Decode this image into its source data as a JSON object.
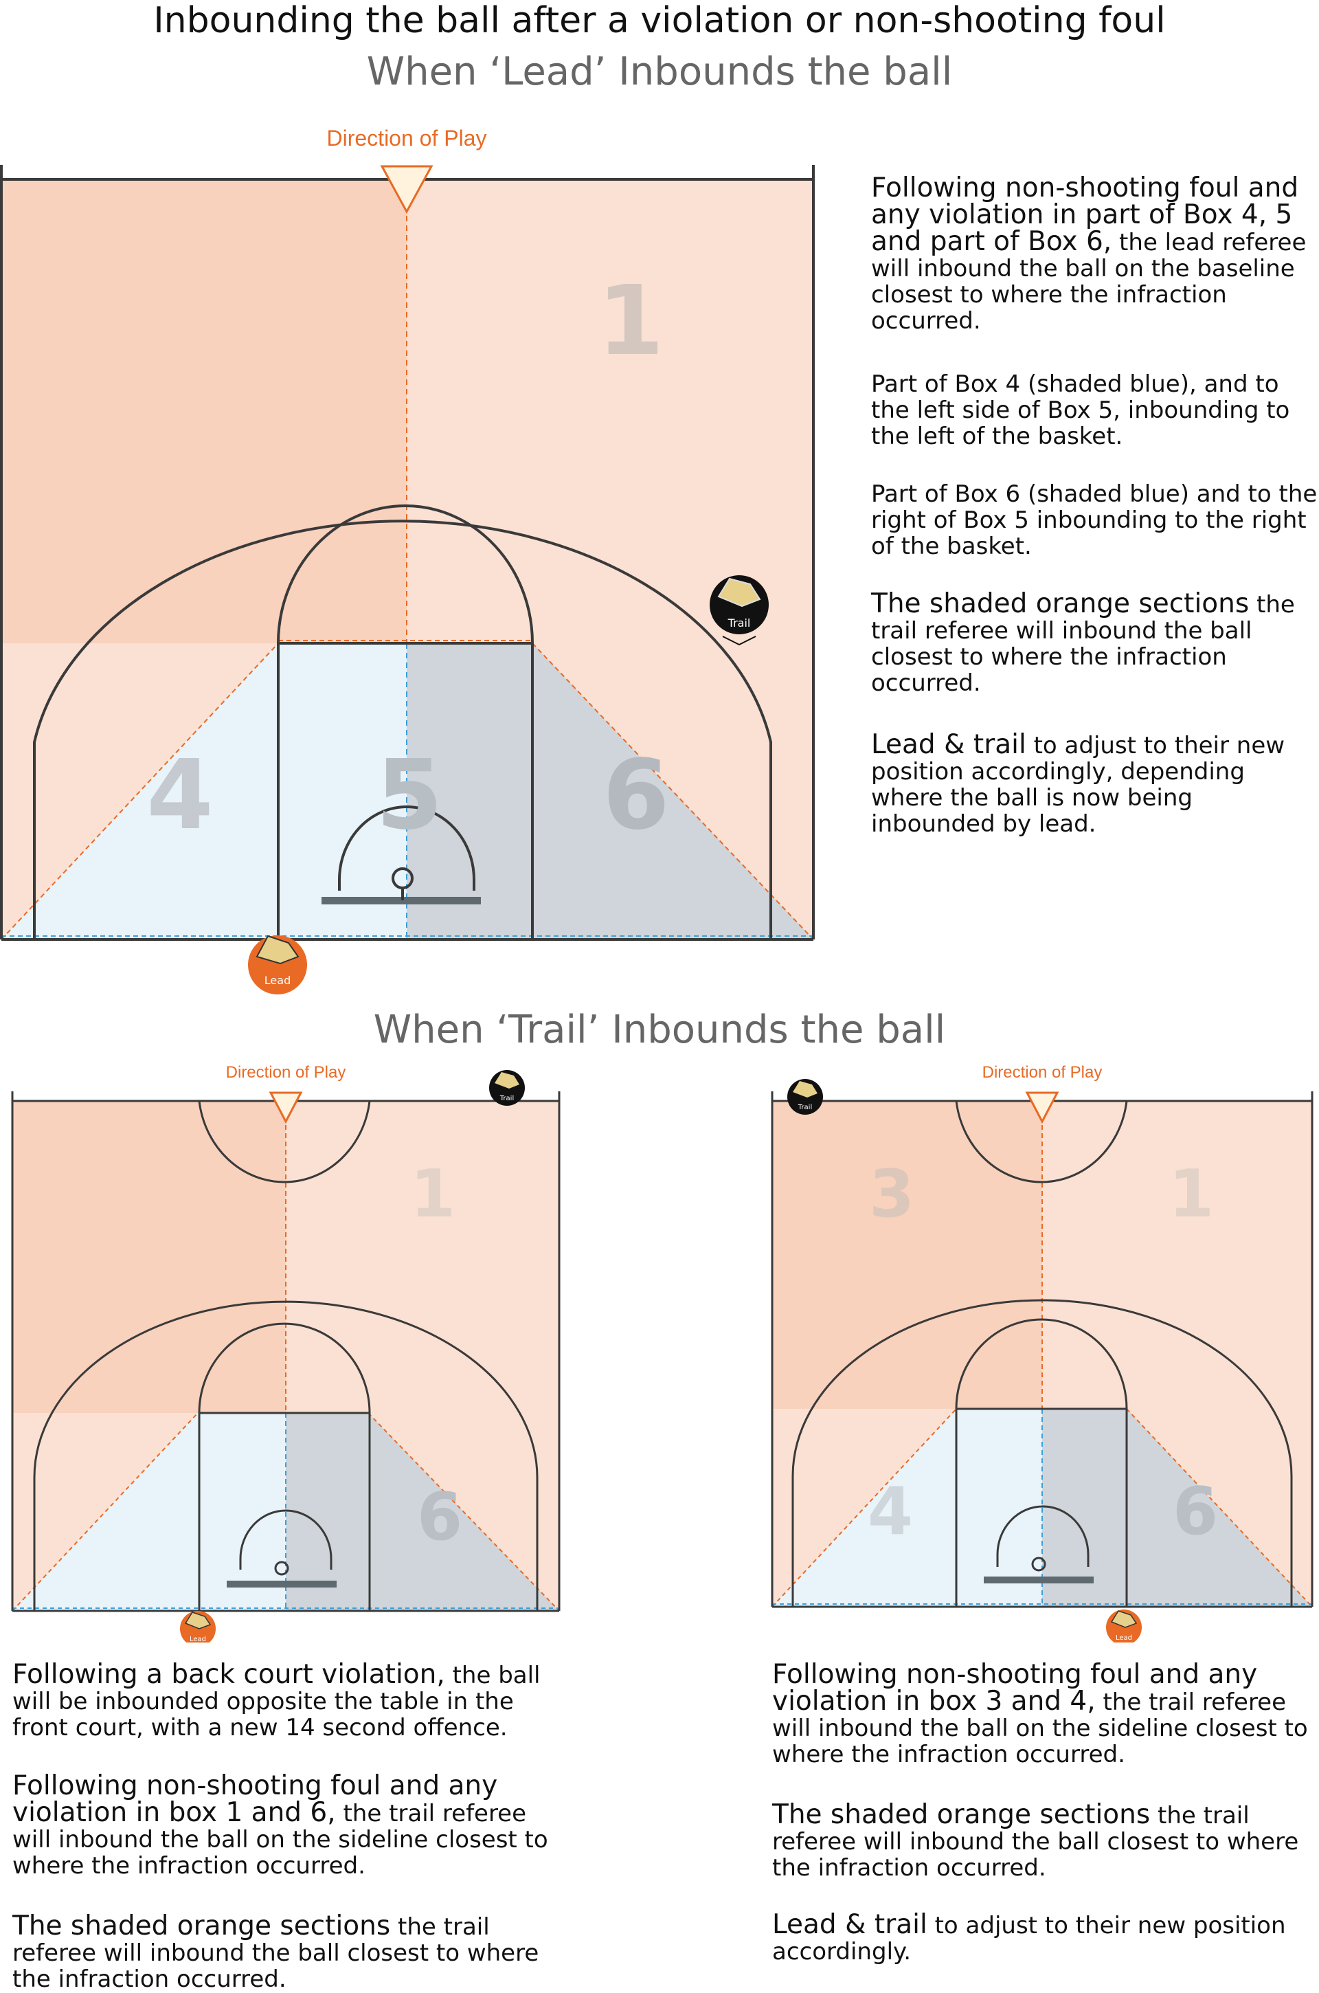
{
  "titles": {
    "main": "Inbounding the ball after a violation or non-shooting foul",
    "lead_section": "When ‘Lead’ Inbounds the ball",
    "trail_section": "When ‘Trail’ Inbounds the ball"
  },
  "courts": {
    "direction_label": "Direction of Play",
    "badge_lead": "Lead",
    "badge_trail": "Trail",
    "lead_court_zones": [
      "1",
      "4",
      "5",
      "6"
    ],
    "trail_left_zones": [
      "1",
      "6"
    ],
    "trail_right_zones": [
      "3",
      "1",
      "4",
      "6"
    ]
  },
  "lead_notes": [
    {
      "lead": "Following non-shooting foul and any violation in part of Box 4, 5 and part of Box 6,",
      "rest": " the lead referee will inbound the ball on the baseline closest to where the infraction occurred."
    },
    {
      "lead": "",
      "rest": "Part of Box 4 (shaded blue), and to the left side of Box 5, inbounding to the left of the basket."
    },
    {
      "lead": "",
      "rest": "Part of Box 6  (shaded blue) and to the right of Box 5 inbounding to the right of the basket."
    },
    {
      "lead": "The shaded orange sections",
      "rest": " the trail referee will inbound the ball closest to where the infraction occurred."
    },
    {
      "lead": "Lead & trail",
      "rest": " to adjust to their new position accordingly, depending where the ball is now being inbounded by lead."
    }
  ],
  "trail_left_notes": [
    {
      "lead": "Following a back court violation,",
      "rest": " the ball will be inbounded opposite the table in the front court, with a new 14 second offence."
    },
    {
      "lead": "Following non-shooting foul and any violation in box 1 and 6,",
      "rest": " the trail referee will inbound the ball on the sideline closest to where the infraction occurred."
    },
    {
      "lead": "The shaded orange sections",
      "rest": " the trail referee will inbound the ball closest to where the infraction occurred."
    }
  ],
  "trail_right_notes": [
    {
      "lead": "Following non-shooting foul and any violation in box 3 and 4,",
      "rest": " the trail referee will inbound the ball on the sideline closest to where the infraction occurred."
    },
    {
      "lead": "The shaded orange sections",
      "rest": " the trail referee will inbound the ball closest to where the infraction occurred."
    },
    {
      "lead": "Lead & trail",
      "rest": " to adjust to their new position accordingly."
    }
  ],
  "colors": {
    "orange_light": "#fbe1d3",
    "orange_dark": "#f8d2bd",
    "blue_light": "#e8f3fa",
    "grey_zone": "#cfd5da",
    "accent_orange": "#e86a25",
    "lines": "#3a3a3a"
  }
}
